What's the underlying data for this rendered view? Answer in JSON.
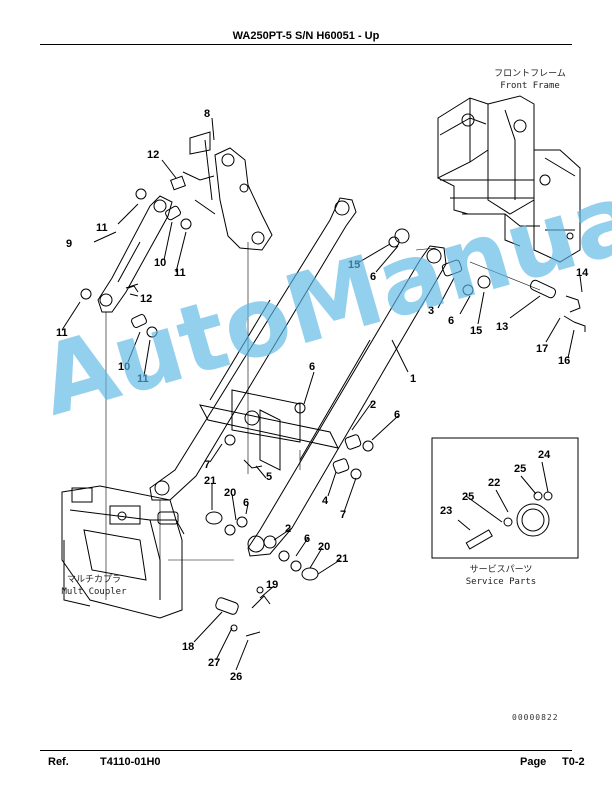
{
  "header": {
    "title": "WA250PT-5 S/N H60051 - Up"
  },
  "footer": {
    "ref_label": "Ref.",
    "ref_value": "T4110-01H0",
    "page_label": "Page",
    "page_value": "T0-2"
  },
  "diagram": {
    "serial_code": "00000822",
    "front_frame_jp": "フロントフレーム",
    "front_frame_en": "Front Frame",
    "mult_coupler_jp": "マルチカプラ",
    "mult_coupler_en": "Mult Coupler",
    "service_parts_jp": "サービスパーツ",
    "service_parts_en": "Service Parts",
    "callouts": [
      "1",
      "2",
      "3",
      "4",
      "5",
      "6",
      "7",
      "8",
      "9",
      "10",
      "11",
      "12",
      "13",
      "14",
      "15",
      "16",
      "17",
      "18",
      "19",
      "20",
      "21",
      "22",
      "23",
      "24",
      "25",
      "26",
      "27"
    ]
  },
  "watermark": {
    "text": "AutoManual"
  },
  "colors": {
    "line": "#000000",
    "watermark": "#5ab7e6"
  }
}
